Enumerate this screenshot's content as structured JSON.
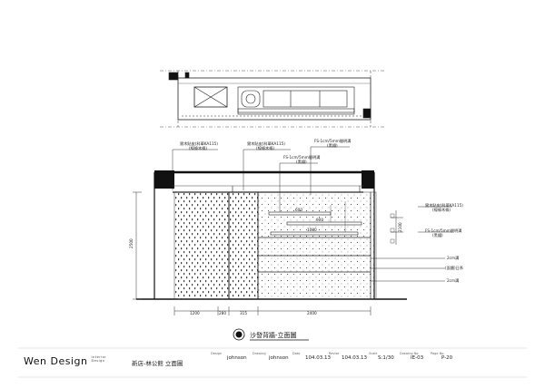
{
  "drawing": {
    "callouts": {
      "wood_veneer_1": [
        "實木貼皮(科華KA115)",
        "(線條木條)"
      ],
      "wood_veneer_2": [
        "實木貼皮(科華KA115)",
        "(線條木條)"
      ],
      "right_veneer": [
        "實木貼皮(科華KA115)",
        "(線條木條)"
      ],
      "groove_top": [
        "FS-1cm/5mm間明溝",
        "(黑鐵)"
      ],
      "groove_mid": [
        "FS-1cm/5mm間明溝",
        "(黑鐵)"
      ],
      "groove_right": [
        "FS-1cm/5mm間明溝",
        "(黑鐵)"
      ],
      "dim_2cm_a": "2cm溝",
      "dim_wall": "(面牆)日系",
      "dim_2cm_b": "2cm溝"
    },
    "dimensions": {
      "height_left": "2500",
      "height_shelf": "2100",
      "shelf_lengths": [
        "600",
        "900",
        "1000"
      ],
      "bottom": [
        "1200",
        "280",
        "315",
        "2400"
      ]
    },
    "title": "沙發背牆-立面圖"
  },
  "title_block": {
    "brand": "Wen Design",
    "brand_sub": "Interior Design",
    "project": "新店-林公館  立面圖",
    "fields": [
      {
        "label": "Design",
        "value": "johnson"
      },
      {
        "label": "Drawing",
        "value": "johnson"
      },
      {
        "label": "Date",
        "value": "104.03.13"
      },
      {
        "label": "Revise",
        "value": "104.03.13"
      },
      {
        "label": "Scale",
        "value": "S:1/30"
      },
      {
        "label": "Drawing No.",
        "value": "IE-03"
      },
      {
        "label": "Page No.",
        "value": "P-20"
      }
    ]
  }
}
